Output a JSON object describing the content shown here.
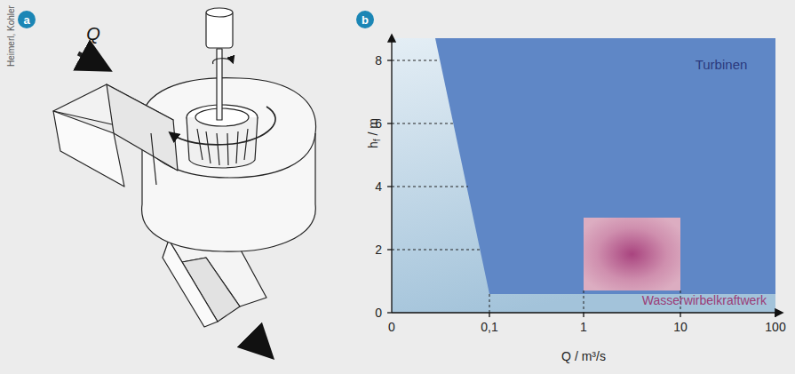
{
  "diagram": {
    "nodes": [
      {
        "text": [
          "a"
        ]
      },
      {
        "text": [
          "b"
        ]
      }
    ],
    "labels": [
      "Heimerl, Kohler",
      "Q",
      "Turbinen",
      "Wasserwirbelkraftwerk",
      "h",
      "f",
      "/ m",
      "8",
      "6",
      "4",
      "2",
      "0",
      "0",
      "0,1",
      "1",
      "10",
      "100",
      "Q / m³/s"
    ]
  }
}
